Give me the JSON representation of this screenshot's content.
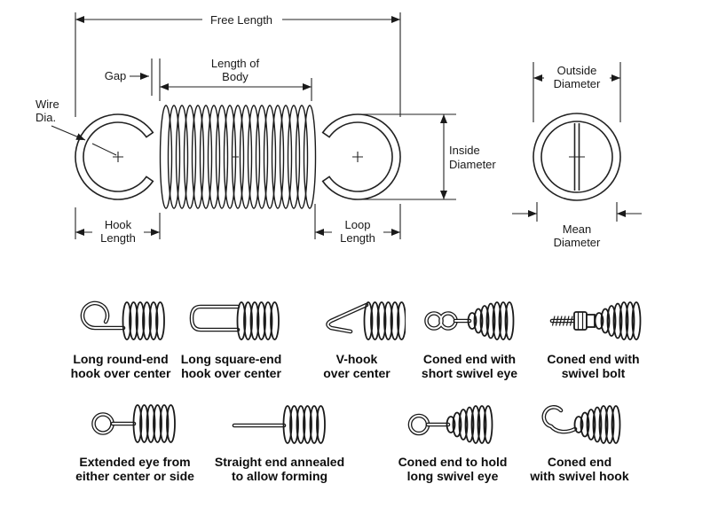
{
  "dimension_diagram": {
    "free_length": "Free Length",
    "gap": "Gap",
    "length_of_body": {
      "line1": "Length of",
      "line2": "Body"
    },
    "wire_dia": {
      "line1": "Wire",
      "line2": "Dia."
    },
    "inside_diameter": {
      "line1": "Inside",
      "line2": "Diameter"
    },
    "hook_length": {
      "line1": "Hook",
      "line2": "Length"
    },
    "loop_length": {
      "line1": "Loop",
      "line2": "Length"
    }
  },
  "end_view": {
    "outside_diameter": {
      "line1": "Outside",
      "line2": "Diameter"
    },
    "mean_diameter": {
      "line1": "Mean",
      "line2": "Diameter"
    }
  },
  "end_types_row1": [
    {
      "line1": "Long round-end",
      "line2": "hook over center"
    },
    {
      "line1": "Long square-end",
      "line2": "hook over center"
    },
    {
      "line1": "V-hook",
      "line2": "over center"
    },
    {
      "line1": "Coned end with",
      "line2": "short swivel eye"
    },
    {
      "line1": "Coned end with",
      "line2": "swivel bolt"
    }
  ],
  "end_types_row2": [
    {
      "line1": "Extended eye from",
      "line2": "either center or side"
    },
    {
      "line1": "Straight end annealed",
      "line2": "to allow forming"
    },
    {
      "line1": "Coned end to hold",
      "line2": "long swivel eye"
    },
    {
      "line1": "Coned end",
      "line2": "with swivel hook"
    }
  ],
  "colors": {
    "line": "#222222",
    "text": "#0d0d0d"
  }
}
